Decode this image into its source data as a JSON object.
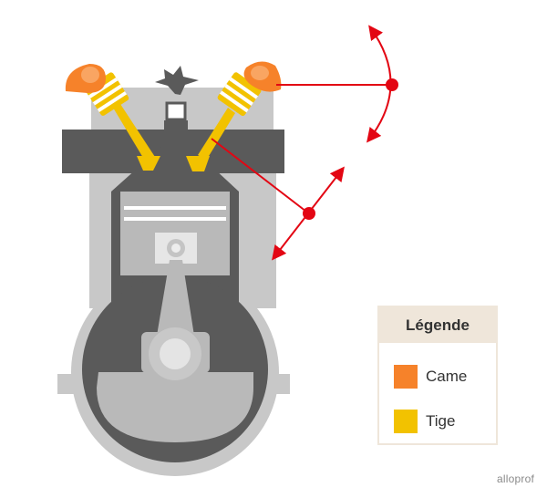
{
  "legend": {
    "title": "Légende",
    "items": [
      {
        "label": "Came",
        "color": "#f6822a"
      },
      {
        "label": "Tige",
        "color": "#f2c200"
      }
    ]
  },
  "brand": "alloprof",
  "colors": {
    "engine_light_gray": "#c8c8c8",
    "engine_dark_gray": "#5a5a5a",
    "piston_gray": "#b9b9b9",
    "arrow_red": "#e30613",
    "cam_orange": "#f6822a",
    "valve_yellow": "#f2c200"
  }
}
